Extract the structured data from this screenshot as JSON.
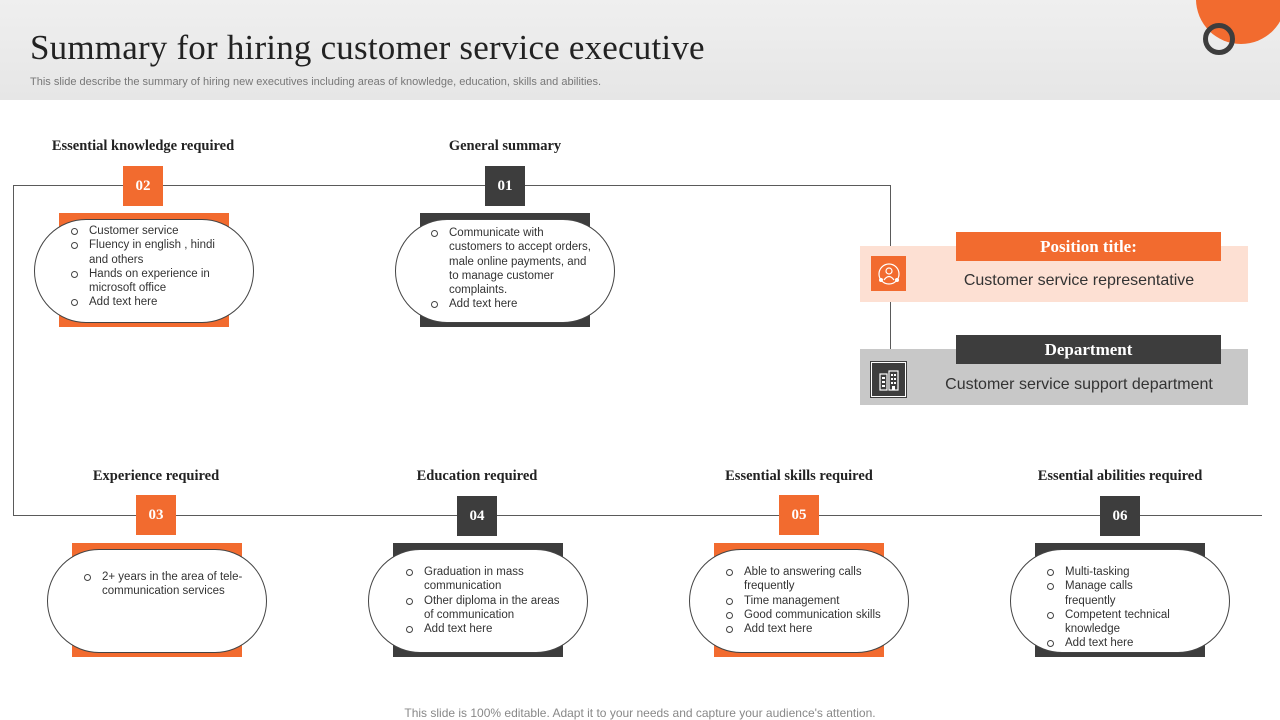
{
  "header": {
    "title": "Summary for hiring customer service executive",
    "subtitle": "This slide describe the summary of hiring new executives including areas of knowledge, education, skills and abilities."
  },
  "sections": {
    "knowledge": {
      "number": "02",
      "title": "Essential knowledge required",
      "items": [
        "Customer service",
        "Fluency in english , hindi and others",
        "Hands on experience in microsoft office",
        "Add text here"
      ]
    },
    "summary": {
      "number": "01",
      "title": "General summary",
      "items": [
        "Communicate with customers to accept orders, male online payments, and to manage customer complaints.",
        "Add text here"
      ]
    },
    "experience": {
      "number": "03",
      "title": "Experience required",
      "items": [
        "2+ years in the area of tele-communication services"
      ]
    },
    "education": {
      "number": "04",
      "title": "Education  required",
      "items": [
        "Graduation in mass communication",
        "Other diploma in the areas of communication",
        "Add text here"
      ]
    },
    "skills": {
      "number": "05",
      "title": "Essential skills required",
      "items": [
        "Able to answering calls frequently",
        "Time management",
        "Good communication skills",
        "Add text here"
      ]
    },
    "abilities": {
      "number": "06",
      "title": "Essential abilities required",
      "items": [
        "Multi-tasking",
        "Manage calls frequently",
        "Competent technical knowledge",
        "Add text here"
      ]
    }
  },
  "position": {
    "label": "Position title:",
    "value": "Customer service representative",
    "icon": "person-network-icon"
  },
  "department": {
    "label": "Department",
    "value": "Customer service support department",
    "icon": "building-icon"
  },
  "colors": {
    "accent": "#f26b2f",
    "dark": "#3d3d3d",
    "light_band": "#fde0d3",
    "grey_band": "#c8c8c8"
  },
  "footer": "This slide is 100% editable. Adapt it to your needs and capture your audience's attention."
}
